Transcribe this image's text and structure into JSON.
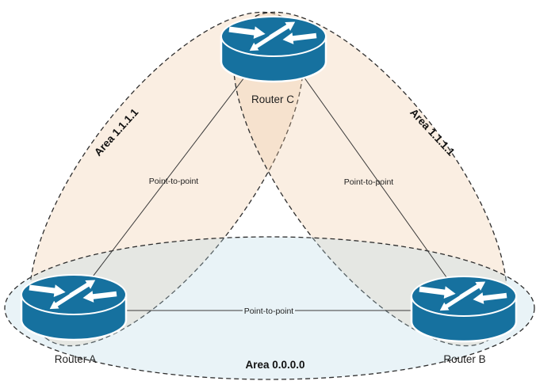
{
  "diagram": {
    "background": "#ffffff",
    "router_color": "#16719F",
    "router_arrow_color": "#ffffff",
    "areas": [
      {
        "id": "area-1111-left",
        "label": "Area 1.1.1.1",
        "fill": "#F0C89F",
        "border": "#2e2e2e",
        "type": "ospf-area"
      },
      {
        "id": "area-1111-right",
        "label": "Area 1.1.1.1",
        "fill": "#F0C89F",
        "border": "#2e2e2e",
        "type": "ospf-area"
      },
      {
        "id": "area-0000-backbone",
        "label": "Area 0.0.0.0",
        "fill": "#B7D6E3",
        "border": "#2e2e2e",
        "type": "ospf-backbone-area"
      }
    ],
    "routers": [
      {
        "id": "router-a",
        "label": "Router A"
      },
      {
        "id": "router-b",
        "label": "Router B"
      },
      {
        "id": "router-c",
        "label": "Router C"
      }
    ],
    "links": [
      {
        "from": "Router A",
        "to": "Router C",
        "label": "Point-to-point"
      },
      {
        "from": "Router B",
        "to": "Router C",
        "label": "Point-to-point"
      },
      {
        "from": "Router A",
        "to": "Router B",
        "label": "Point-to-point"
      }
    ]
  }
}
